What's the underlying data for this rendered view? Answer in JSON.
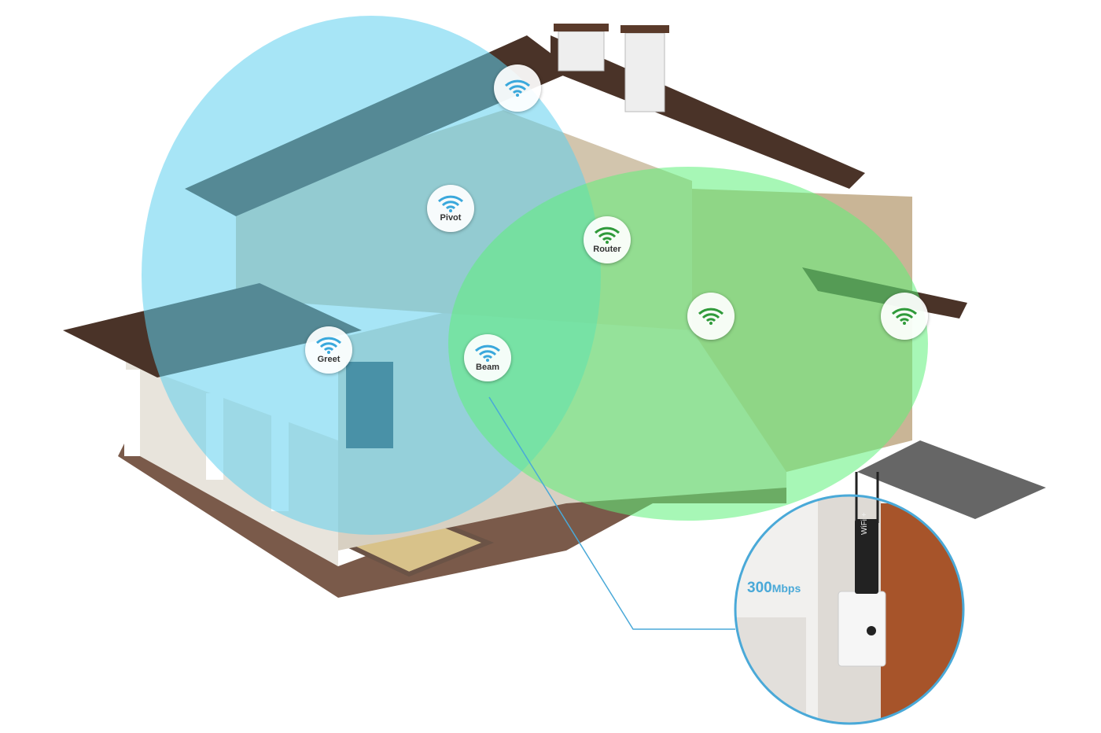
{
  "nodes": [
    {
      "label": "",
      "color": "#3aa8dc"
    },
    {
      "label": "Pivot",
      "color": "#3aa8dc"
    },
    {
      "label": "Router",
      "color": "#2f9a3a"
    },
    {
      "label": "Greet",
      "color": "#3aa8dc"
    },
    {
      "label": "Beam",
      "color": "#3aa8dc"
    },
    {
      "label": "",
      "color": "#2f9a3a"
    },
    {
      "label": "",
      "color": "#2f9a3a"
    }
  ],
  "inset": {
    "speed_value": "300",
    "speed_unit": "Mbps",
    "device_label": "WiFi +"
  },
  "colors": {
    "blue_zone": "#5fd0ef",
    "green_zone": "#5ef07a",
    "roof": "#4a3328",
    "accent": "#4aa9d8"
  }
}
